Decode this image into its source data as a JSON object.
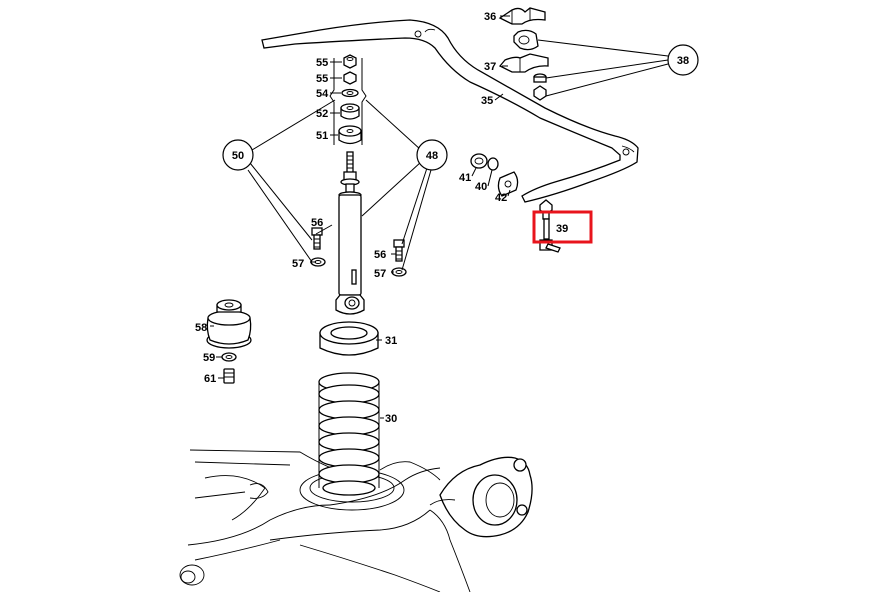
{
  "labels": {
    "l55a": "55",
    "l55b": "55",
    "l54": "54",
    "l52": "52",
    "l51": "51",
    "l50": "50",
    "l48": "48",
    "l56a": "56",
    "l57a": "57",
    "l56b": "56",
    "l57b": "57",
    "l58": "58",
    "l59": "59",
    "l61": "61",
    "l31": "31",
    "l30": "30",
    "l36": "36",
    "l37": "37",
    "l38": "38",
    "l35": "35",
    "l41": "41",
    "l40": "40",
    "l42": "42",
    "l39": "39"
  },
  "highlight": {
    "part": "39",
    "color": "#e8141c"
  }
}
